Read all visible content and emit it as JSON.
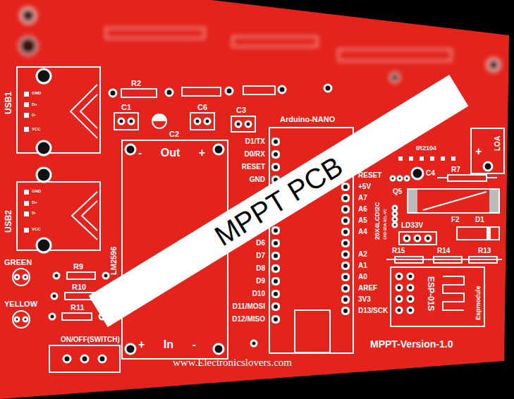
{
  "diagram": {
    "nodes": [
      {
        "text": [
          "- Out +",
          "LM2596",
          "+ In -"
        ]
      },
      {
        "text": [
          "Arduino-NANO"
        ]
      },
      {
        "text": [
          "ESP-01S",
          "Espmodule"
        ]
      },
      {
        "text": [
          "LD33V"
        ]
      },
      {
        "text": [
          "MPPT PCB"
        ]
      }
    ],
    "labels": [
      "USB1",
      "GND",
      "D+",
      "D-",
      "VCC",
      "USB2",
      "GND",
      "D+",
      "D-",
      "VCC",
      "R2",
      "C1",
      "C2",
      "C6",
      "C3",
      "D1/TX",
      "D0/RX",
      "RESET",
      "GND",
      "D6",
      "D7",
      "D8",
      "D9",
      "D10",
      "D11/MOSI",
      "D12/MISO",
      "RESET",
      "+5V",
      "A7",
      "A6",
      "A5",
      "A4",
      "A2",
      "A1",
      "A0",
      "AREF",
      "3V3",
      "D13/SCK",
      "GREEN",
      "YELLOW",
      "R9",
      "R10",
      "R11",
      "ON/OFF(SWITCH)",
      "IR2104",
      "Q5",
      "C4",
      "R7",
      "20X4LCDI2C",
      "GND-SDA-SCL-VC",
      "F2",
      "D1",
      "R15",
      "R14",
      "R13",
      "LOA",
      "+",
      "www.Electronicslovers.com",
      "MPPT-Version-1.0"
    ]
  }
}
